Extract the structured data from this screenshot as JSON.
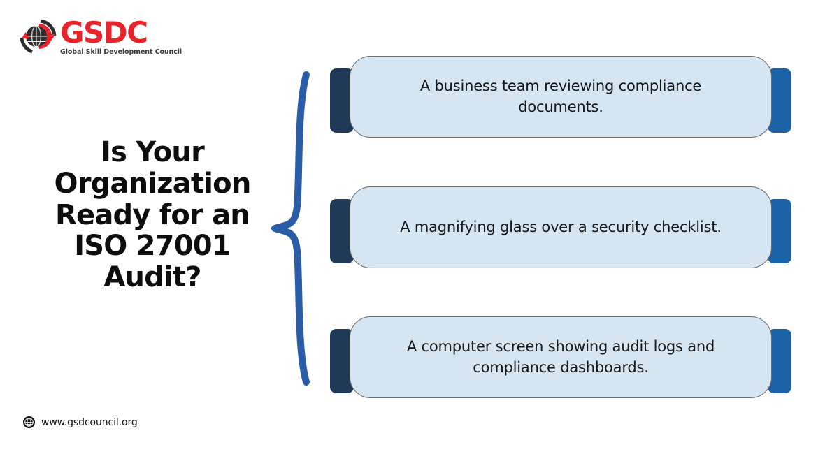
{
  "background_color": "#ffffff",
  "brand": {
    "logo_icon": "gsdc-globe-icon",
    "name": "GSDC",
    "tagline": "Global Skill Development Council",
    "brand_color": "#e8232a",
    "tagline_color": "#3b3b3b"
  },
  "headline": {
    "text": "Is Your\nOrganization\nReady for an\nISO 27001\nAudit?",
    "color": "#0d0d0d"
  },
  "brace": {
    "icon": "curly-brace-icon",
    "color": "#2b5ca8"
  },
  "cards": [
    {
      "text": "A business team reviewing compliance documents.",
      "fill": "#d5e5f2",
      "tab_left_color": "#1e3a56",
      "tab_right_color": "#1b62a6"
    },
    {
      "text": "A magnifying glass over a security checklist.",
      "fill": "#d5e5f2",
      "tab_left_color": "#1e3a56",
      "tab_right_color": "#1b62a6"
    },
    {
      "text": "A computer screen showing audit logs and compliance dashboards.",
      "fill": "#d5e5f2",
      "tab_left_color": "#1e3a56",
      "tab_right_color": "#1b62a6"
    }
  ],
  "footer": {
    "icon": "globe-icon",
    "url": "www.gsdcouncil.org"
  }
}
